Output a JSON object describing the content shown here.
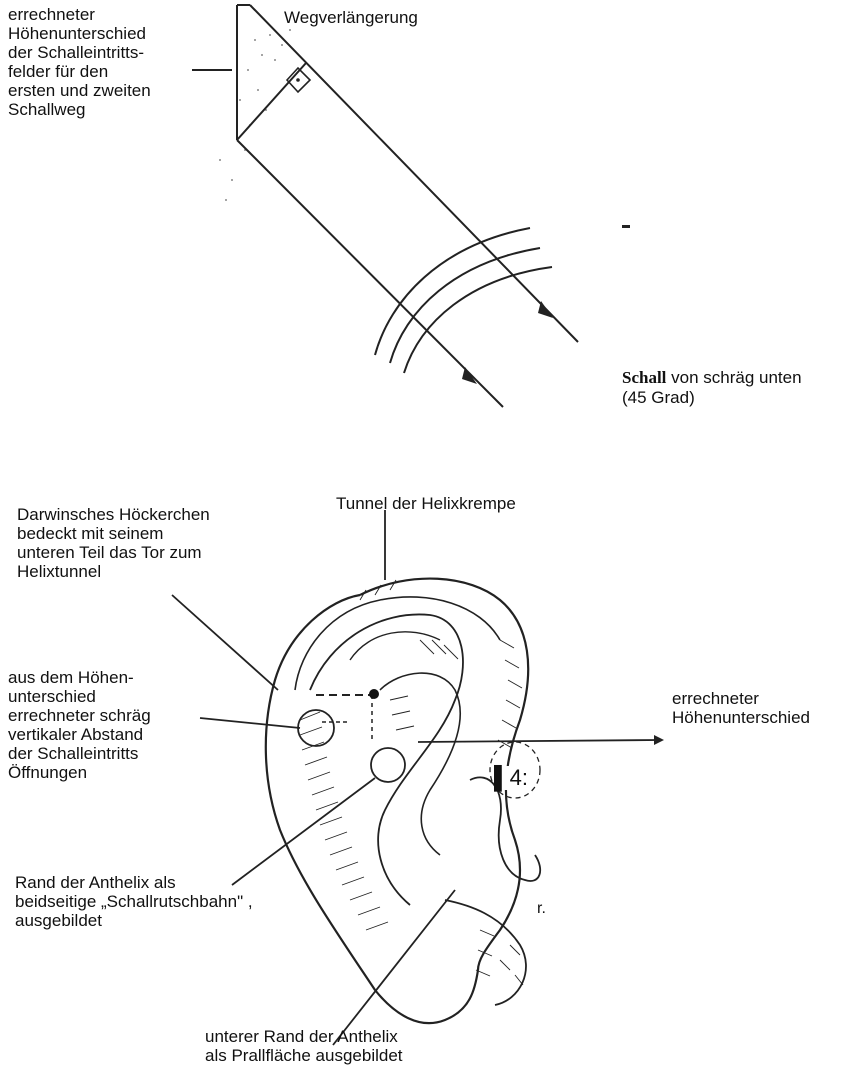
{
  "top_diagram": {
    "label_height_difference": "errechneter\nHöhenunterschied\nder Schalleintritts-\nfelder für den\nersten und zweiten\nSchallweg",
    "label_path_extension": "Wegverlängerung",
    "label_sound_bold": "Schall",
    "label_sound_rest": " von schräg unten",
    "label_sound_angle": "(45 Grad)"
  },
  "ear_diagram": {
    "label_darwin": "Darwinsches Höckerchen\nbedeckt mit seinem\nunteren Teil das Tor zum\nHelixtunnel",
    "label_helix_tunnel": "Tunnel der Helixkrempe",
    "label_vertical_distance": "aus dem Höhen-\nunterschied\nerrechneter schräg\nvertikaler Abstand\nder Schalleintritts\nÖffnungen",
    "label_height_difference": "errechneter\nHöhenunterschied",
    "label_stray_mark": "▌4:",
    "label_stray_mark_2": "r.",
    "label_anthelix_edge": "Rand der Anthelix als\nbeidseitige „Schallrutschbahn\" ,\nausgebildet",
    "label_lower_anthelix": "unterer Rand der Anthelix\nals Prallfläche ausgebildet"
  }
}
